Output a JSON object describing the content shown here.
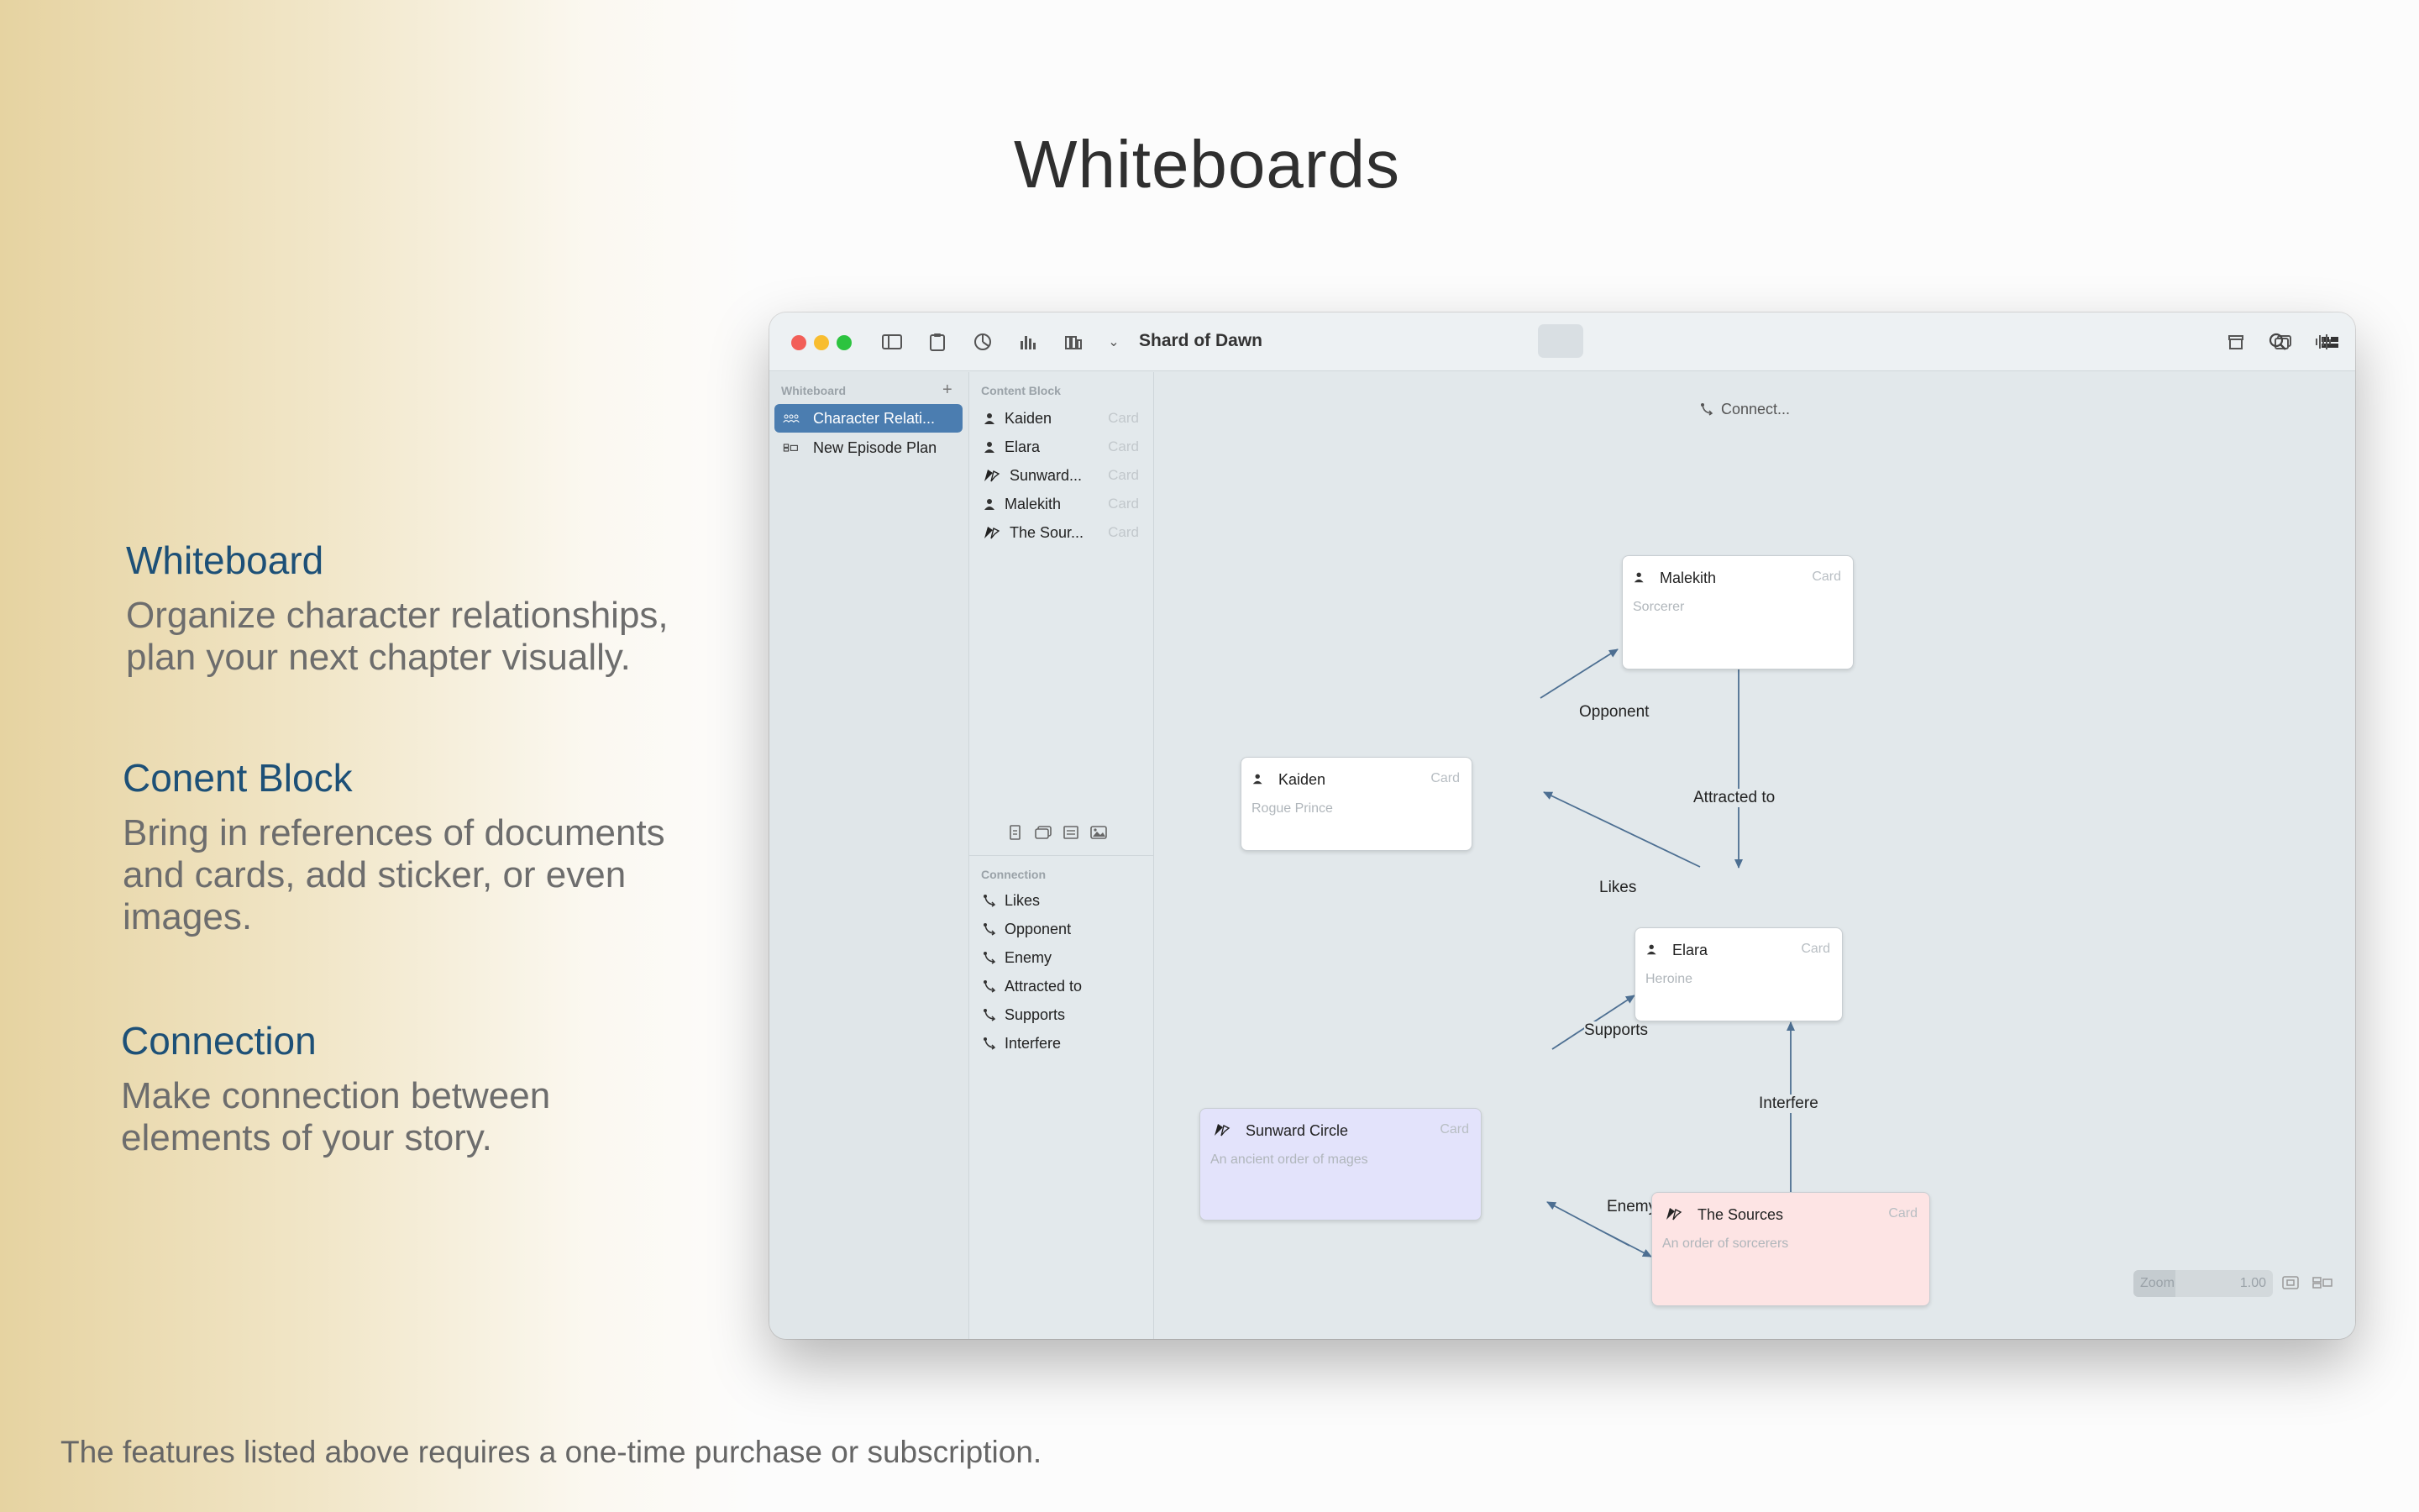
{
  "hero": {
    "title": "Whiteboards"
  },
  "features": [
    {
      "title": "Whiteboard",
      "desc1": "Organize character relationships,",
      "desc2": "plan your next chapter visually.",
      "desc3": ""
    },
    {
      "title": "Conent Block",
      "desc1": "Bring in references of documents",
      "desc2": "and cards, add sticker, or even",
      "desc3": "images."
    },
    {
      "title": "Connection",
      "desc1": "Make connection between",
      "desc2": "elements of your story.",
      "desc3": ""
    }
  ],
  "footnote": "The features listed above requires a one-time purchase or subscription.",
  "window": {
    "title": "Shard of Dawn",
    "sidebar": {
      "header": "Whiteboard",
      "add": "+",
      "items": [
        {
          "label": "Character Relati...",
          "icon": "group-icon"
        },
        {
          "label": "New Episode Plan",
          "icon": "board-icon"
        }
      ]
    },
    "content_block": {
      "header": "Content Block",
      "items": [
        {
          "label": "Kaiden",
          "tag": "Card",
          "icon": "person-icon"
        },
        {
          "label": "Elara",
          "tag": "Card",
          "icon": "person-icon"
        },
        {
          "label": "Sunward...",
          "tag": "Card",
          "icon": "flag-icon"
        },
        {
          "label": "Malekith",
          "tag": "Card",
          "icon": "person-icon"
        },
        {
          "label": "The Sour...",
          "tag": "Card",
          "icon": "flag-icon"
        }
      ]
    },
    "connection": {
      "header": "Connection",
      "items": [
        "Likes",
        "Opponent",
        "Enemy",
        "Attracted to",
        "Supports",
        "Interfere"
      ]
    },
    "canvas": {
      "connect_label": "Connect...",
      "cards": [
        {
          "name": "Malekith",
          "tag": "Card",
          "subtitle": "Sorcerer",
          "color": "#ffffff"
        },
        {
          "name": "Kaiden",
          "tag": "Card",
          "subtitle": "Rogue Prince",
          "color": "#ffffff"
        },
        {
          "name": "Elara",
          "tag": "Card",
          "subtitle": "Heroine",
          "color": "#ffffff"
        },
        {
          "name": "Sunward Circle",
          "tag": "Card",
          "subtitle": "An ancient order of mages",
          "color": "#e3e3fb"
        },
        {
          "name": "The Sources",
          "tag": "Card",
          "subtitle": "An order of sorcerers",
          "color": "#fde4e4"
        }
      ],
      "edges": [
        "Opponent",
        "Attracted to",
        "Likes",
        "Supports",
        "Interfere",
        "Enemy"
      ],
      "zoom_label": "Zoom",
      "zoom_value": "1.00",
      "zoom_fraction": 0.3
    },
    "colors": {
      "accent": "#4b7db0",
      "edge": "#4d6f92",
      "heading": "#1d5077"
    }
  }
}
